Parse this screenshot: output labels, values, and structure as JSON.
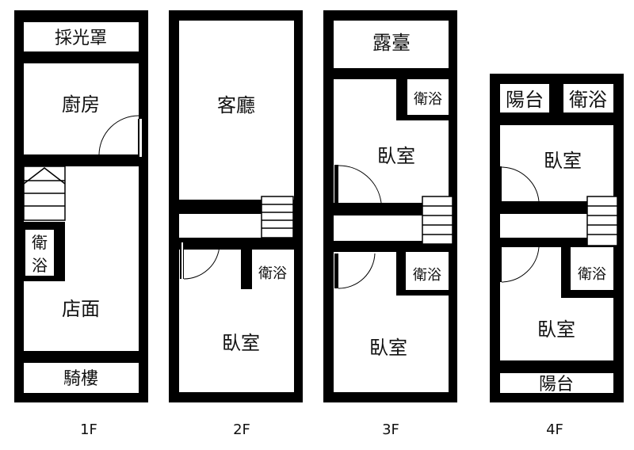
{
  "floors": [
    {
      "label": "1F",
      "rooms": {
        "skylight": "採光罩",
        "kitchen": "廚房",
        "bath_top": "衛",
        "bath_bottom": "浴",
        "shop": "店面",
        "arcade": "騎樓"
      }
    },
    {
      "label": "2F",
      "rooms": {
        "living": "客廳",
        "bath": "衛浴",
        "bedroom": "臥室"
      }
    },
    {
      "label": "3F",
      "rooms": {
        "terrace": "露臺",
        "bath_upper": "衛浴",
        "bedroom_upper": "臥室",
        "bath_lower": "衛浴",
        "bedroom_lower": "臥室"
      }
    },
    {
      "label": "4F",
      "rooms": {
        "balcony_top": "陽台",
        "bath_top": "衛浴",
        "bedroom_upper": "臥室",
        "bath_lower": "衛浴",
        "bedroom_lower": "臥室",
        "balcony_bottom": "陽台"
      }
    }
  ]
}
